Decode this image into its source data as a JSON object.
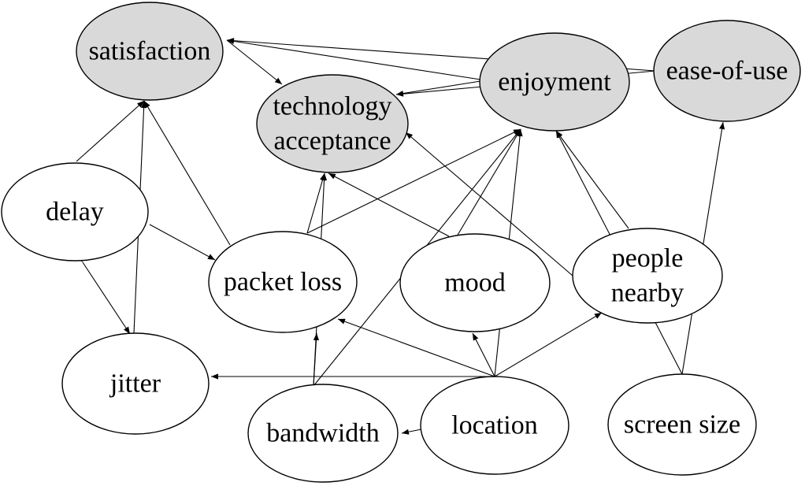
{
  "colors": {
    "outcome_fill": "#d9d9d9",
    "factor_fill": "#ffffff",
    "stroke": "#000000"
  },
  "nodes": [
    {
      "id": "satisfaction",
      "label": [
        "satisfaction"
      ],
      "kind": "outcome"
    },
    {
      "id": "technology-acceptance",
      "label": [
        "technology",
        "acceptance"
      ],
      "kind": "outcome"
    },
    {
      "id": "enjoyment",
      "label": [
        "enjoyment"
      ],
      "kind": "outcome"
    },
    {
      "id": "ease-of-use",
      "label": [
        "ease-of-use"
      ],
      "kind": "outcome"
    },
    {
      "id": "delay",
      "label": [
        "delay"
      ],
      "kind": "factor"
    },
    {
      "id": "packet-loss",
      "label": [
        "packet loss"
      ],
      "kind": "factor"
    },
    {
      "id": "mood",
      "label": [
        "mood"
      ],
      "kind": "factor"
    },
    {
      "id": "people-nearby",
      "label": [
        "people",
        "nearby"
      ],
      "kind": "factor"
    },
    {
      "id": "jitter",
      "label": [
        "jitter"
      ],
      "kind": "factor"
    },
    {
      "id": "bandwidth",
      "label": [
        "bandwidth"
      ],
      "kind": "factor"
    },
    {
      "id": "location",
      "label": [
        "location"
      ],
      "kind": "factor"
    },
    {
      "id": "screen-size",
      "label": [
        "screen size"
      ],
      "kind": "factor"
    }
  ],
  "edges": [
    {
      "from": "ease-of-use",
      "to": "satisfaction"
    },
    {
      "from": "enjoyment",
      "to": "satisfaction"
    },
    {
      "from": "satisfaction",
      "to": "technology-acceptance"
    },
    {
      "from": "enjoyment",
      "to": "technology-acceptance"
    },
    {
      "from": "ease-of-use",
      "to": "technology-acceptance"
    },
    {
      "from": "delay",
      "to": "satisfaction"
    },
    {
      "from": "jitter",
      "to": "satisfaction"
    },
    {
      "from": "packet-loss",
      "to": "satisfaction"
    },
    {
      "from": "packet-loss",
      "to": "technology-acceptance"
    },
    {
      "from": "bandwidth",
      "to": "technology-acceptance"
    },
    {
      "from": "mood",
      "to": "technology-acceptance"
    },
    {
      "from": "people-nearby",
      "to": "technology-acceptance"
    },
    {
      "from": "packet-loss",
      "to": "enjoyment"
    },
    {
      "from": "mood",
      "to": "enjoyment"
    },
    {
      "from": "bandwidth",
      "to": "enjoyment"
    },
    {
      "from": "location",
      "to": "enjoyment"
    },
    {
      "from": "people-nearby",
      "to": "enjoyment"
    },
    {
      "from": "screen-size",
      "to": "enjoyment"
    },
    {
      "from": "screen-size",
      "to": "ease-of-use"
    },
    {
      "from": "delay",
      "to": "packet-loss"
    },
    {
      "from": "delay",
      "to": "jitter",
      "bidirectional": true
    },
    {
      "from": "location",
      "to": "jitter"
    },
    {
      "from": "location",
      "to": "packet-loss"
    },
    {
      "from": "location",
      "to": "mood"
    },
    {
      "from": "location",
      "to": "people-nearby"
    },
    {
      "from": "location",
      "to": "bandwidth"
    },
    {
      "from": "bandwidth",
      "to": "packet-loss"
    }
  ]
}
